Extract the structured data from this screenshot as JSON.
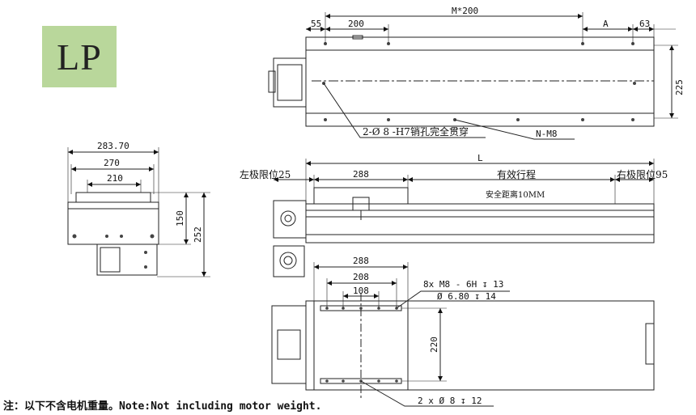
{
  "logo": {
    "text": "LP",
    "color": "#b9d79b"
  },
  "top_view": {
    "dims": {
      "d55": "55",
      "d200": "200",
      "m200": "M*200",
      "a": "A",
      "d63": "63",
      "d225": "225"
    },
    "callouts": {
      "pin_hole": "2-Ø 8 -H7销孔完全贯穿",
      "thread": "N-M8"
    }
  },
  "end_view": {
    "dims": {
      "w283": "283.70",
      "w270": "270",
      "w210": "210",
      "h150": "150",
      "h252": "252"
    }
  },
  "side_view": {
    "dims": {
      "l": "L",
      "left_limit": "左极限位25",
      "d288": "288",
      "stroke": "有效行程",
      "right_limit": "右极限位95",
      "safe": "安全距离10MM"
    }
  },
  "carriage_view": {
    "dims": {
      "d288": "288",
      "d208": "208",
      "d108": "108",
      "d220": "220"
    },
    "callouts": {
      "holes": "8x  M8 - 6H ↧ 13",
      "holes2": "Ø 6.80 ↧ 14",
      "pins": "2 x Ø 8 ↧ 12"
    }
  },
  "footer": {
    "note": "注：以下不含电机重量。Note:Not including motor weight."
  }
}
